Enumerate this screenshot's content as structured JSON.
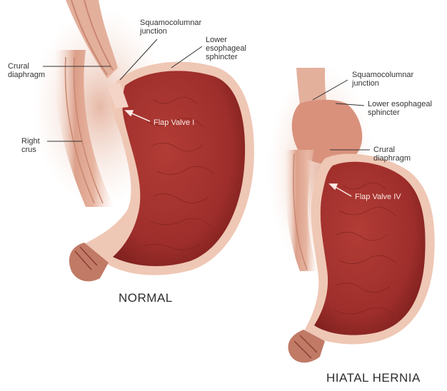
{
  "normal": {
    "caption": "NORMAL",
    "labels": {
      "squamocolumnar": [
        "Squamocolumnar",
        "junction"
      ],
      "lower_sphincter": [
        "Lower",
        "esophageal",
        "sphincter"
      ],
      "crural": [
        "Crural",
        "diaphragm"
      ],
      "right_crus": [
        "Right",
        "crus"
      ],
      "flap_valve": "Flap Valve I"
    }
  },
  "hernia": {
    "caption": "HIATAL HERNIA",
    "labels": {
      "squamocolumnar": [
        "Squamocolumnar",
        "junction"
      ],
      "lower_sphincter": [
        "Lower esophageal",
        "sphincter"
      ],
      "crural": [
        "Crural",
        "diaphragm"
      ],
      "flap_valve": "Flap Valve IV"
    }
  },
  "colors": {
    "tissue": "#e9b9a6",
    "muscle": "#d89a83",
    "stomach": "#9e2e2b",
    "stomach_dark": "#7a1f1d",
    "wall": "#efc7b5"
  }
}
